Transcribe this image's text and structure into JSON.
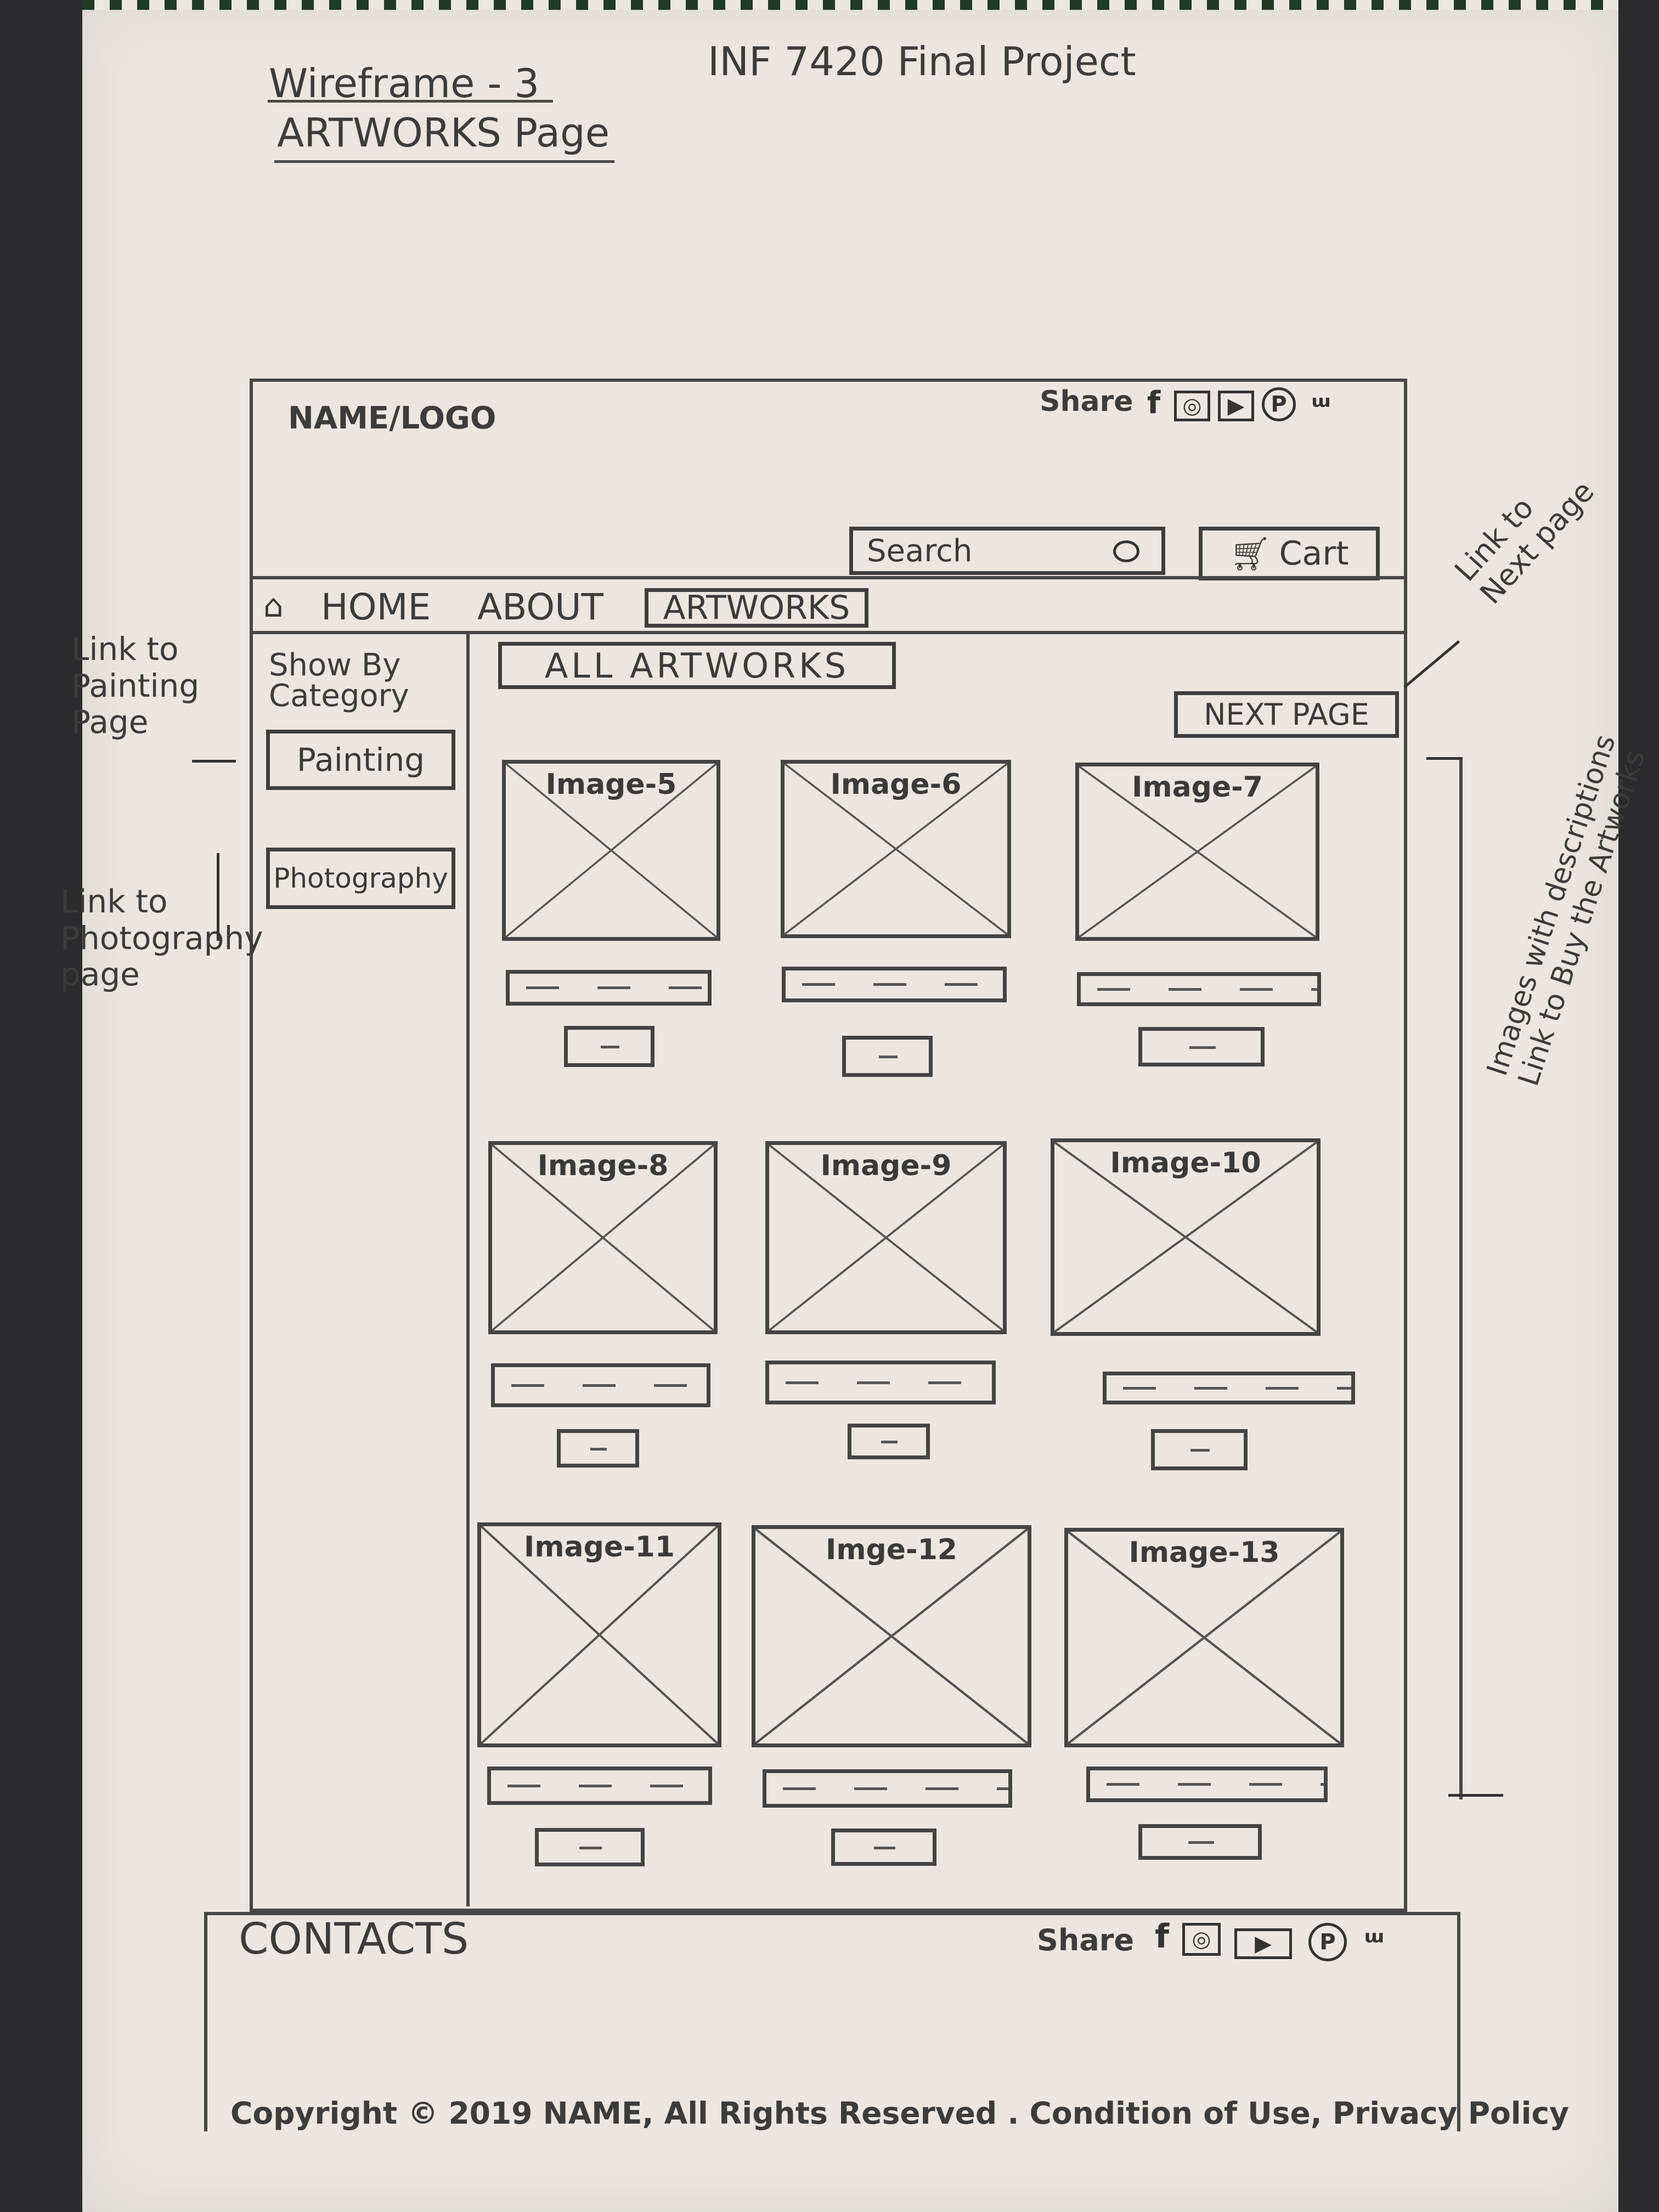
{
  "notes": {
    "wireframe_label": "Wireframe - 3",
    "page_label": "ARTWORKS Page",
    "project": "INF 7420 Final Project"
  },
  "header": {
    "logo": "NAME/LOGO",
    "share_label": "Share",
    "social_icons": [
      "facebook-icon",
      "instagram-icon",
      "youtube-icon",
      "pinterest-icon",
      "twitter-icon"
    ],
    "search_placeholder": "Search",
    "cart_label": "Cart"
  },
  "nav": {
    "home": "HOME",
    "about": "ABOUT",
    "artworks": "ARTWORKS"
  },
  "sidebar": {
    "heading": "Show By Category",
    "painting": "Painting",
    "photography": "Photography"
  },
  "main": {
    "title": "ALL ARTWORKS",
    "next_page": "NEXT PAGE",
    "images": [
      "Image-5",
      "Image-6",
      "Image-7",
      "Image-8",
      "Image-9",
      "Image-10",
      "Image-11",
      "Imge-12",
      "Image-13"
    ]
  },
  "footer": {
    "contacts": "CONTACTS",
    "share_label": "Share",
    "copyright": "Copyright © 2019 NAME, All Rights Reserved . Condition of Use, Privacy Policy"
  },
  "annotations": {
    "painting_link": "Link to Painting Page",
    "photography_link": "Link to Photography page",
    "next_link": "Link to Next page",
    "images_note": "Images with descriptions Link to Buy the Artworks"
  }
}
